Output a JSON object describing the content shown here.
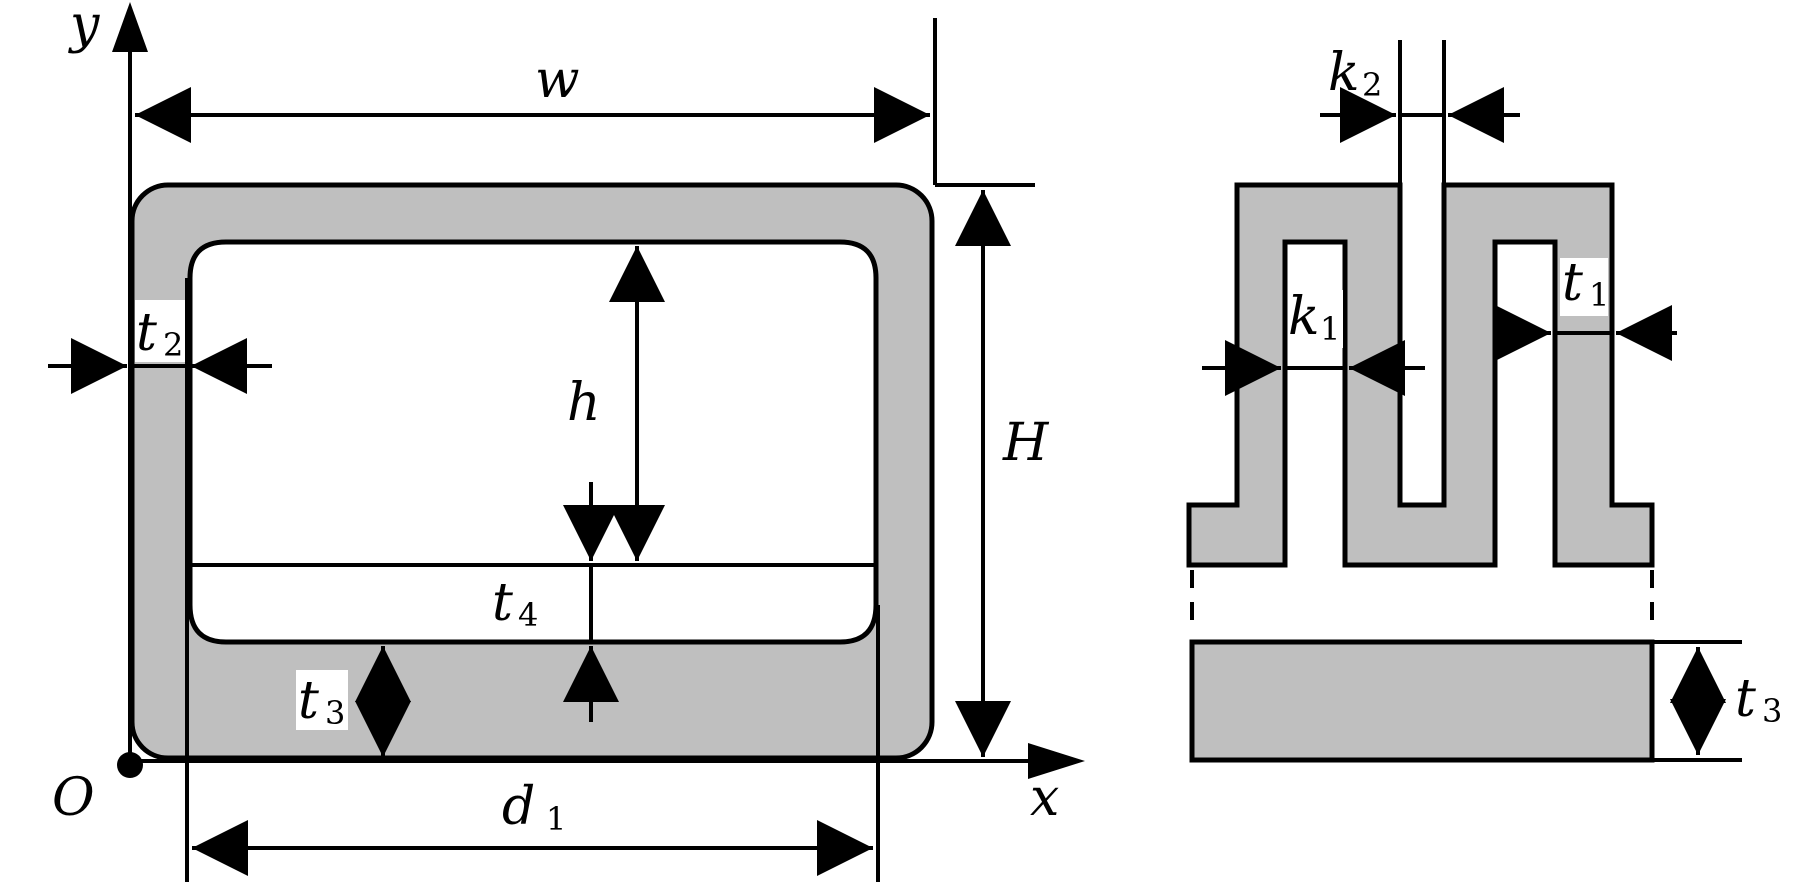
{
  "labels": {
    "y_axis": "y",
    "x_axis": "x",
    "origin": "O",
    "width": "w",
    "height_outer": "H",
    "height_inner": "h",
    "t1": {
      "base": "t",
      "sub": "1"
    },
    "t2": {
      "base": "t",
      "sub": "2"
    },
    "t3": {
      "base": "t",
      "sub": "3"
    },
    "t4": {
      "base": "t",
      "sub": "4"
    },
    "k1": {
      "base": "k",
      "sub": "1"
    },
    "k2": {
      "base": "k",
      "sub": "2"
    },
    "d1": {
      "base": "d",
      "sub": "1"
    },
    "t3_side": {
      "base": "t",
      "sub": "3"
    }
  },
  "colors": {
    "fill": "#bfbfbf",
    "stroke": "#000000",
    "background": "#ffffff"
  }
}
